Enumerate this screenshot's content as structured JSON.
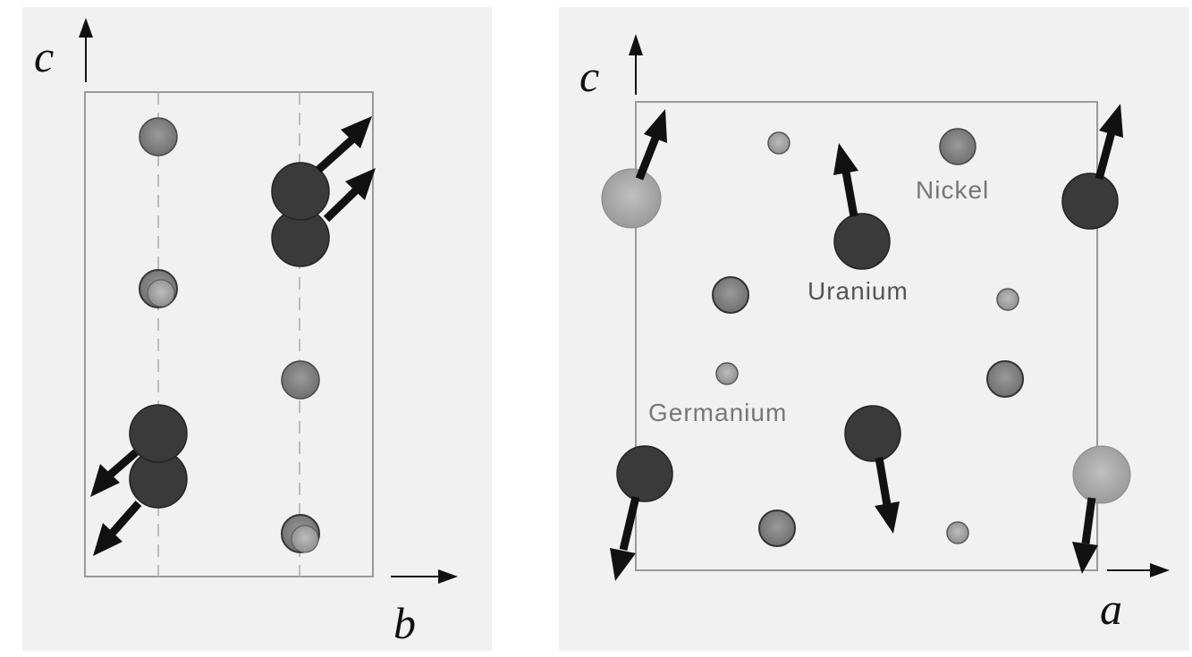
{
  "axes": {
    "left": {
      "vertical": "c",
      "horizontal": "b"
    },
    "right": {
      "vertical": "c",
      "horizontal": "a"
    }
  },
  "labels": {
    "nickel": "Nickel",
    "uranium": "Uranium",
    "germanium": "Germanium"
  },
  "colors": {
    "uranium": "#3a3a3a",
    "nickel": "#8a8a8a",
    "germanium": "#aaaaaa",
    "uranium_light": "#a8a8a8",
    "frame": "#999999",
    "arrow": "#111111"
  }
}
